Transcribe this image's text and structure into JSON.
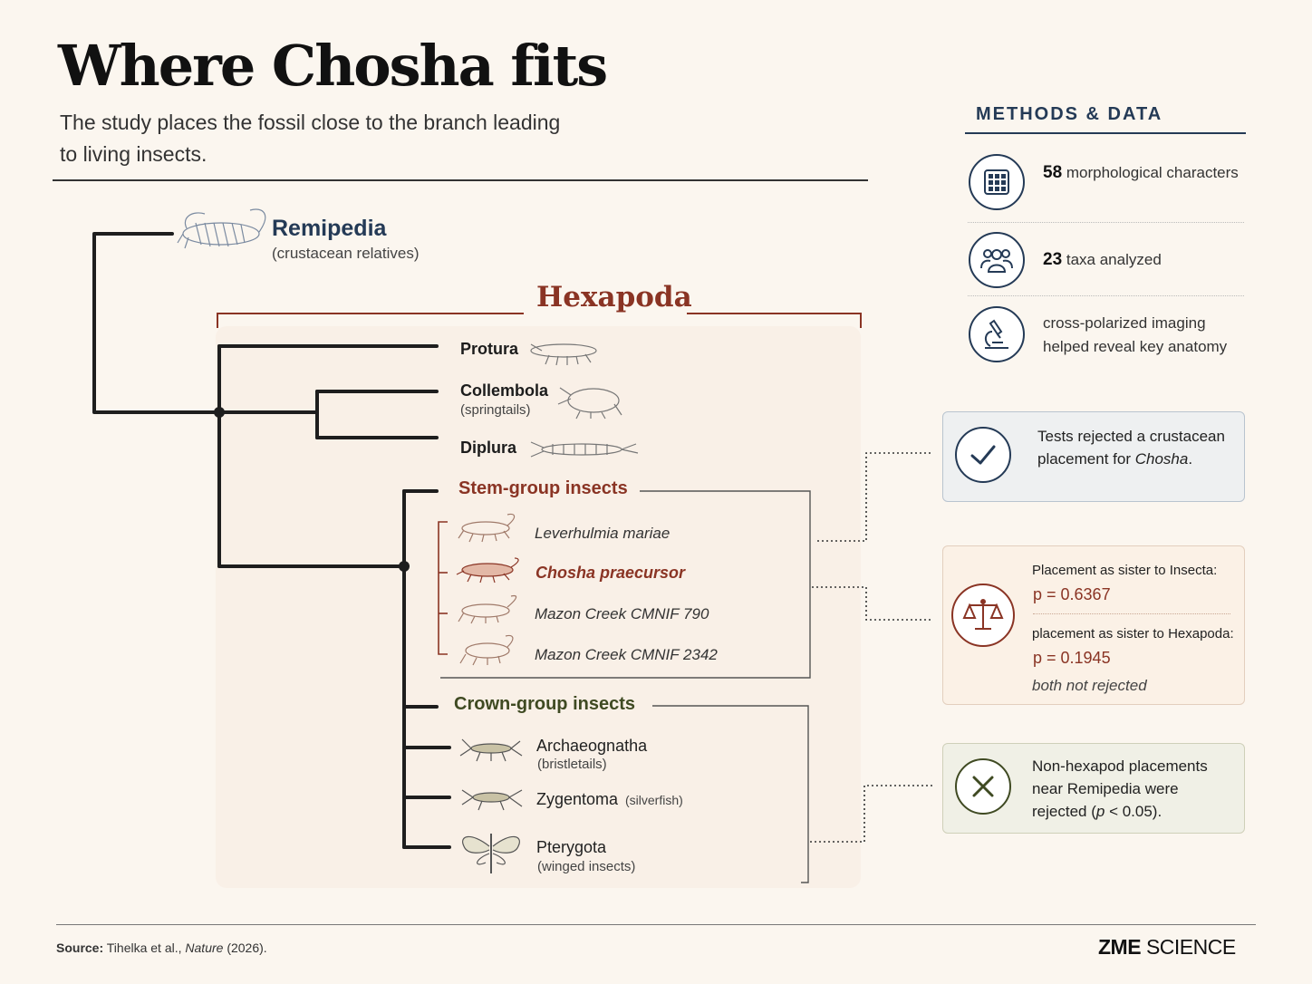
{
  "header": {
    "title": "Where Chosha fits",
    "subtitle": "The study places the fossil close to the branch leading to living insects."
  },
  "tree": {
    "outgroup": {
      "name": "Remipedia",
      "subtitle": "(crustacean relatives)"
    },
    "clade_label": "Hexapoda",
    "taxa": [
      {
        "name": "Protura",
        "subtitle": ""
      },
      {
        "name": "Collembola",
        "subtitle": "(springtails)"
      },
      {
        "name": "Diplura",
        "subtitle": ""
      }
    ],
    "stem_group": {
      "label": "Stem-group insects",
      "fossils": [
        {
          "name": "Leverhulmia mariae",
          "highlight": false
        },
        {
          "name": "Chosha praecursor",
          "highlight": true
        },
        {
          "name": "Mazon Creek CMNIF 790",
          "highlight": false
        },
        {
          "name": "Mazon Creek CMNIF 2342",
          "highlight": false
        }
      ]
    },
    "crown_group": {
      "label": "Crown-group insects",
      "taxa": [
        {
          "name": "Archaeognatha",
          "subtitle": "(bristletails)"
        },
        {
          "name": "Zygentoma",
          "subtitle": "(silverfish)"
        },
        {
          "name": "Pterygota",
          "subtitle": "(winged insects)"
        }
      ]
    }
  },
  "methods": {
    "title": "METHODS & DATA",
    "items": [
      {
        "icon": "grid-icon",
        "number": "58",
        "text": "morphological characters"
      },
      {
        "icon": "people-icon",
        "number": "23",
        "text": "taxa analyzed"
      },
      {
        "icon": "microscope-icon",
        "number": "",
        "text": "cross-polarized imaging helped reveal key anatomy"
      }
    ]
  },
  "results": {
    "rejected_crustacean": {
      "icon": "check-icon",
      "text_before": "Tests rejected a crustacean placement for ",
      "text_italic": "Chosha",
      "text_after": "."
    },
    "placement": {
      "icon": "scales-icon",
      "insecta_label": "Placement as sister to Insecta:",
      "insecta_p": "p = 0.6367",
      "hexapoda_label": "placement as sister to Hexapoda:",
      "hexapoda_p": "p = 0.1945",
      "note": "both not rejected"
    },
    "rejected_nonhexapod": {
      "icon": "x-icon",
      "line1": "Non-hexapod placements",
      "line2": "near Remipedia were",
      "line3_a": "rejected (",
      "line3_p": "p",
      "line3_b": " < 0.05)."
    }
  },
  "footer": {
    "source_label": "Source:",
    "source_text": "Tihelka et al., ",
    "source_journal": "Nature",
    "source_year": " (2026).",
    "brand_bold": "ZME",
    "brand_rest": " SCIENCE"
  },
  "colors": {
    "navy": "#243a56",
    "rust": "#8a3424",
    "olive": "#3f4a22",
    "background": "#fbf6ef"
  }
}
